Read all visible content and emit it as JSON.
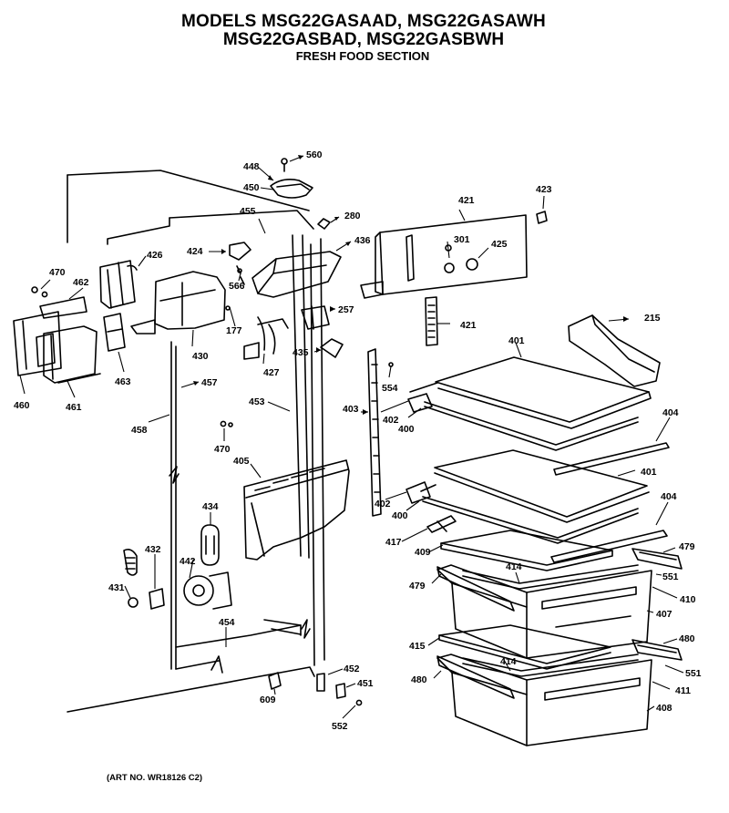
{
  "title": {
    "line1": "MODELS MSG22GASAAD, MSG22GASAWH",
    "line2": "MSG22GASBAD, MSG22GASBWH",
    "line3": "FRESH FOOD SECTION"
  },
  "art_number": "(ART NO. WR18126 C2)",
  "part_labels": [
    "560",
    "448",
    "450",
    "280",
    "455",
    "421",
    "423",
    "436",
    "424",
    "426",
    "301",
    "425",
    "470",
    "462",
    "566",
    "257",
    "421",
    "215",
    "177",
    "430",
    "401",
    "427",
    "435",
    "554",
    "403",
    "460",
    "461",
    "463",
    "457",
    "453",
    "402",
    "400",
    "404",
    "458",
    "470",
    "405",
    "401",
    "434",
    "402",
    "400",
    "404",
    "432",
    "442",
    "417",
    "409",
    "479",
    "414",
    "431",
    "551",
    "479",
    "410",
    "407",
    "454",
    "480",
    "415",
    "414",
    "551",
    "452",
    "480",
    "411",
    "451",
    "609",
    "408",
    "552"
  ]
}
